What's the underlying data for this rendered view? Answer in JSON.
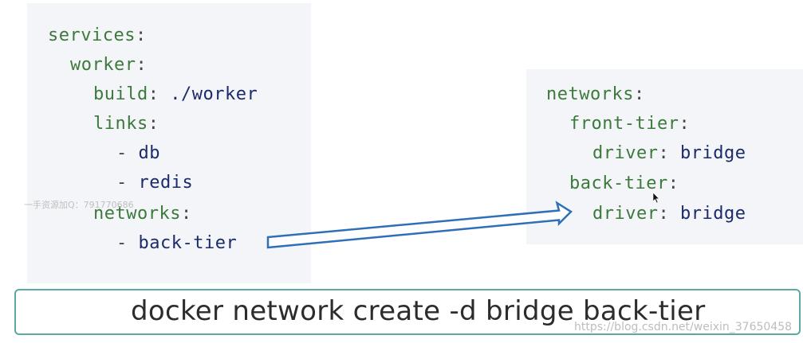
{
  "left_code": {
    "services_key": "services",
    "worker_key": "worker",
    "build_key": "build",
    "build_value": "./worker",
    "links_key": "links",
    "link_1": "db",
    "link_2": "redis",
    "networks_key": "networks",
    "network_1": "back-tier"
  },
  "right_code": {
    "networks_key": "networks",
    "front_tier_key": "front-tier",
    "front_driver_key": "driver",
    "front_driver_value": "bridge",
    "back_tier_key": "back-tier",
    "back_driver_key": "driver",
    "back_driver_value": "bridge"
  },
  "command": {
    "text": "docker network create -d bridge back-tier"
  },
  "watermarks": {
    "left": "一手资源加Q：791770686",
    "bottom": "https://blog.csdn.net/weixin_37650458"
  },
  "colors": {
    "yaml_key": "#3b7a3b",
    "yaml_value": "#1b2a6b",
    "arrow": "#2f6fb8",
    "command_border": "#5aa8a7",
    "panel_bg": "#f4f5f8"
  },
  "icons": {
    "arrow": "outline-arrow-right",
    "cursor": "mouse-pointer"
  }
}
